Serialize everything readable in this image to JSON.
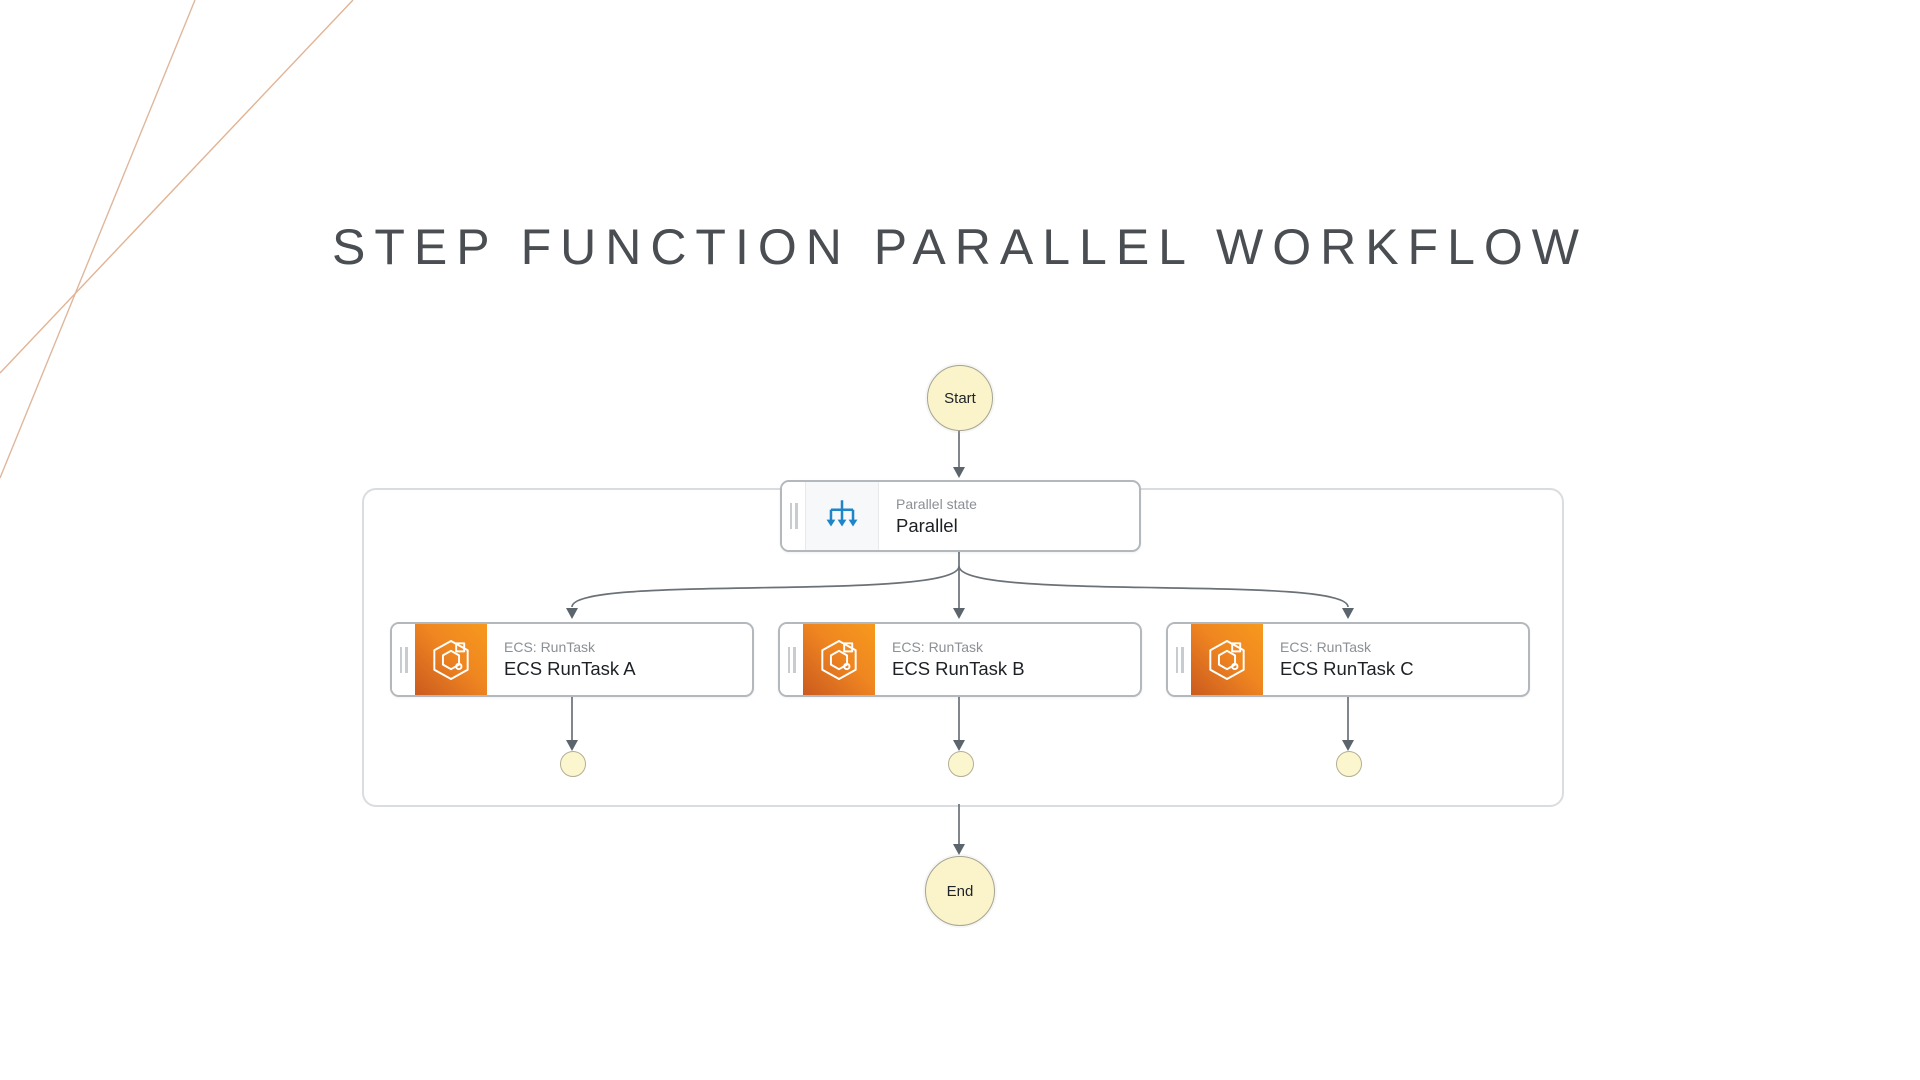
{
  "title": "STEP FUNCTION PARALLEL WORKFLOW",
  "diagram": {
    "start_label": "Start",
    "end_label": "End",
    "parallel_node": {
      "type_label": "Parallel state",
      "name": "Parallel",
      "icon": "parallel-branch-icon"
    },
    "task_nodes": [
      {
        "type_label": "ECS: RunTask",
        "name": "ECS RunTask A",
        "icon": "ecs-service-icon"
      },
      {
        "type_label": "ECS: RunTask",
        "name": "ECS RunTask B",
        "icon": "ecs-service-icon"
      },
      {
        "type_label": "ECS: RunTask",
        "name": "ECS RunTask C",
        "icon": "ecs-service-icon"
      }
    ],
    "colors": {
      "terminal_fill": "#fbf4ca",
      "terminal_border": "#a5a492",
      "edge_gray": "#6a7177",
      "arrowhead": "#5d656c",
      "node_border": "#b3b8bc",
      "container_border": "#dadde0",
      "parallel_icon_blue": "#1d85c8",
      "ecs_gradient_from": "#cb5a1f",
      "ecs_gradient_to": "#f7991d",
      "decor_line_tan": "#dfb79c",
      "type_label_gray": "#8a9095",
      "name_label_dark": "#1d2125",
      "title_gray": "#4a4e52"
    }
  }
}
